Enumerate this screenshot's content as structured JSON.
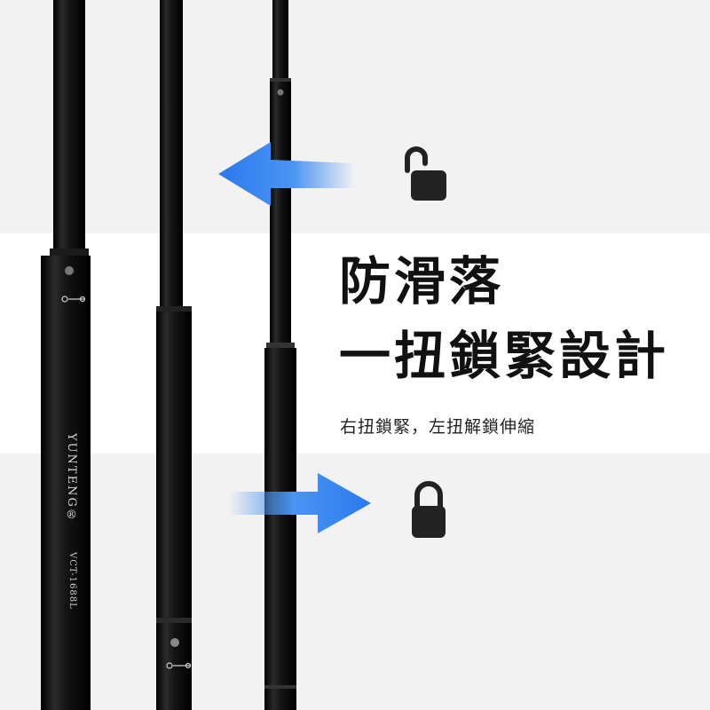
{
  "product": {
    "brand": "YUNTENG®",
    "model": "VCT-1688L"
  },
  "headline": {
    "line1": "防滑落",
    "line2": "一扭鎖緊設計"
  },
  "subtitle": "右扭鎖緊，左扭解鎖伸縮",
  "icons": {
    "unlock": "unlocked-padlock-icon",
    "lock": "locked-padlock-icon",
    "arrow_left": "arrow-left-icon",
    "arrow_right": "arrow-right-icon"
  },
  "colors": {
    "arrow_blue": "#2f7df0",
    "pole": "#111111",
    "panel": "#f2f2f2",
    "band": "#ffffff",
    "text": "#111111"
  }
}
